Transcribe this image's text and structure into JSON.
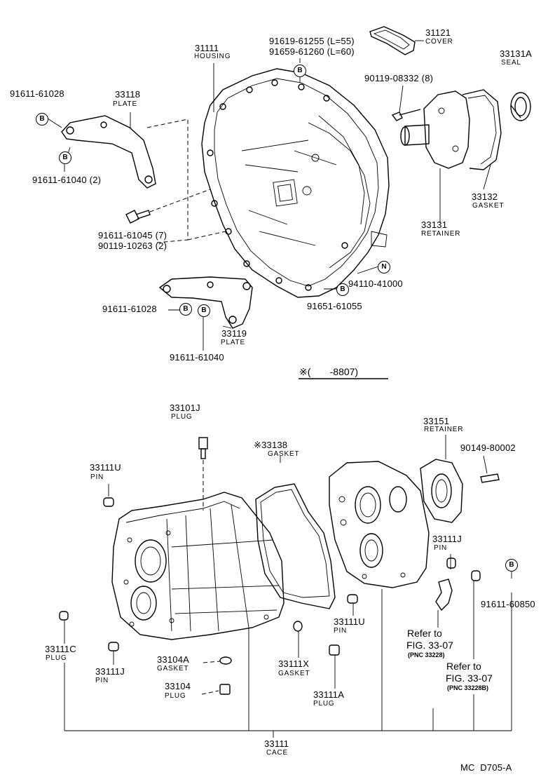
{
  "top": {
    "housing": {
      "number": "31111",
      "name": "HOUSING"
    },
    "cover": {
      "number": "31121",
      "name": "COVER"
    },
    "cover_bolts": {
      "line1": "91619-61255 (L=55)",
      "line2": "91659-61260 (L=60)"
    },
    "seal": {
      "number": "33131A",
      "name": "SEAL"
    },
    "retainer_bolt": {
      "number": "90119-08332 (8)"
    },
    "gasket": {
      "number": "33132",
      "name": "GASKET"
    },
    "retainer": {
      "number": "33131",
      "name": "RETAINER"
    },
    "plate_upper": {
      "number": "33118",
      "name": "PLATE"
    },
    "plate_upper_bolt_b": {
      "number": "91611-61028"
    },
    "plate_upper_bolt_c": {
      "number": "91611-61040 (2)"
    },
    "housing_bolts": {
      "line1": "91611-61045 (7)",
      "line2": "90119-10263 (2)"
    },
    "plate_lower": {
      "number": "33119",
      "name": "PLATE"
    },
    "plate_lower_bolt_a": {
      "number": "91611-61028"
    },
    "plate_lower_bolt_b": {
      "number": "91611-61040"
    },
    "nut": {
      "number": "94110-41000"
    },
    "housing_bolt_b": {
      "number": "91651-61055"
    }
  },
  "divider_note": "※(       -8807)",
  "bottom": {
    "plug_top": {
      "number": "33101J",
      "name": "PLUG"
    },
    "gasket_case": {
      "number": "※33138",
      "name": "GASKET"
    },
    "retainer_rear": {
      "number": "33151",
      "name": "RETAINER"
    },
    "retainer_rear_bolt": {
      "number": "90149-80002"
    },
    "pin_left": {
      "number": "33111U",
      "name": "PIN"
    },
    "pin_right": {
      "number": "33111J",
      "name": "PIN"
    },
    "bolt_right": {
      "number": "91611-60850"
    },
    "pin_mid": {
      "number": "33111U",
      "name": "PIN"
    },
    "plug_left": {
      "number": "33111C",
      "name": "PLUG"
    },
    "pin_low": {
      "number": "33111J",
      "name": "PIN"
    },
    "gasket_small": {
      "number": "33104A",
      "name": "GASKET"
    },
    "plug_small": {
      "number": "33104",
      "name": "PLUG"
    },
    "gasket_x": {
      "number": "33111X",
      "name": "GASKET"
    },
    "plug_a": {
      "number": "33111A",
      "name": "PLUG"
    },
    "ref1": {
      "line1": "Refer to",
      "line2": "FIG. 33-07",
      "pnc": "(PNC 33228)"
    },
    "ref2": {
      "line1": "Refer to",
      "line2": "FIG. 33-07",
      "pnc": "(PNC 33228B)"
    },
    "case": {
      "number": "33111",
      "name": "CACE"
    }
  },
  "markers": {
    "b": "B",
    "n": "N"
  },
  "footer": "MC  D705-A"
}
